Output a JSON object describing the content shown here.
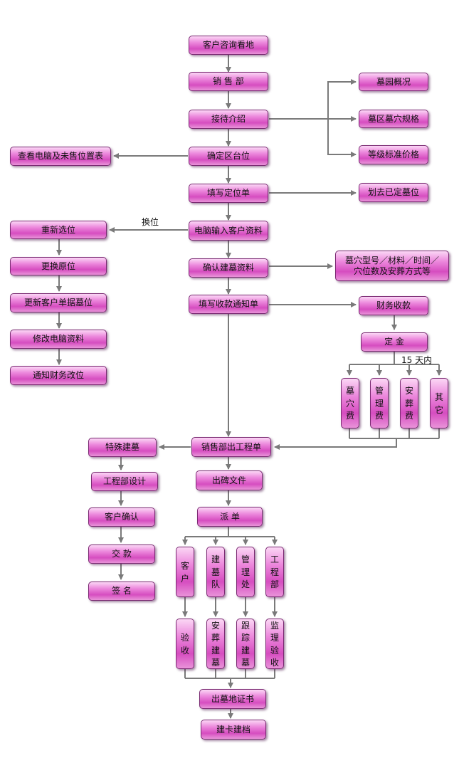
{
  "nodes": {
    "consult": "客户咨询看地",
    "sales": "销 售 部",
    "reception": "接待介绍",
    "confirm_area": "确定区台位",
    "fill_position": "填写定位单",
    "input_info": "电脑输入客户资料",
    "confirm_info": "确认建墓资料",
    "fill_payment": "填写收款通知单",
    "work_order": "销售部出工程单",
    "tablet_file": "出碑文件",
    "dispatch": "派  单",
    "certificate": "出墓地证书",
    "archive": "建卡建档",
    "overview": "墓园概况",
    "spec": "墓区墓穴规格",
    "price": "等级标准价格",
    "mark_booked": "划去已定墓位",
    "tomb_detail": "墓穴型号／材料／时间／\n穴位数及安葬方式等",
    "finance": "财务收款",
    "deposit": "定  金",
    "fee_tomb": "墓\n穴\n费",
    "fee_manage": "管\n理\n费",
    "fee_burial": "安\n葬\n费",
    "fee_other": "其\n它",
    "check_pc": "查看电脑及未售位置表",
    "reselect": "重新选位",
    "change_orig": "更换原位",
    "update_cust": "更新客户单据墓位",
    "modify_pc": "修改电脑资料",
    "notify_fin": "通知财务改位",
    "special": "特殊建墓",
    "eng_design": "工程部设计",
    "cust_confirm": "客户确认",
    "pay": "交  款",
    "sign": "签  名",
    "d_customer": "客\n户",
    "d_team": "建\n墓\n队",
    "d_office": "管\n理\n处",
    "d_eng": "工\n程\n部",
    "a_check": "验\n收",
    "a_bury": "安\n葬\n建\n墓",
    "a_track": "跟\n踪\n建\n墓",
    "a_supervise": "监\n理\n验\n收"
  },
  "labels": {
    "change_position": "换位",
    "days": "15 天内"
  },
  "colors": {
    "arrow": "#7a7a7a",
    "node_border": "#7a2a72",
    "node_fill_top": "#fbd7f5",
    "node_fill_mid": "#d64dc0"
  }
}
